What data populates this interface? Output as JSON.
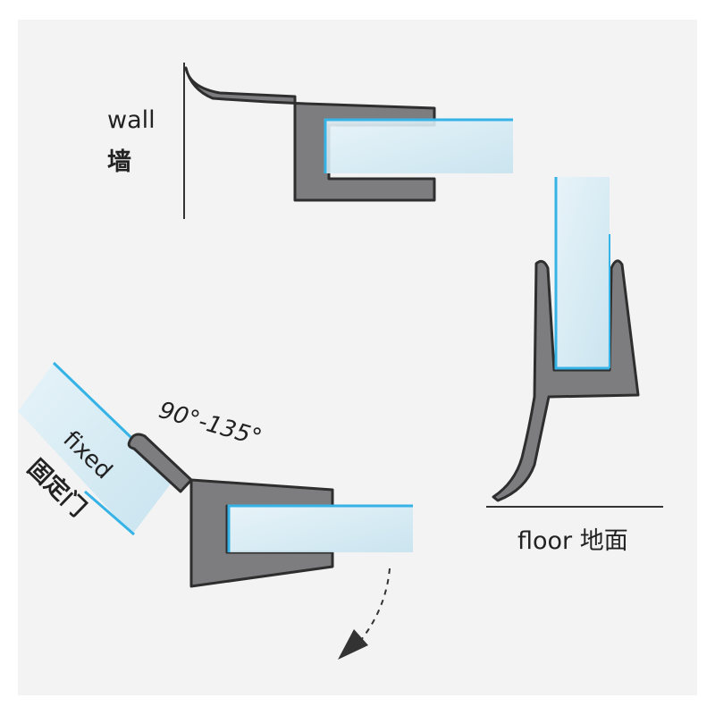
{
  "labels": {
    "wall_en": "wall",
    "wall_cn": "墙",
    "floor": "floor 地面",
    "angle": "90°-135°",
    "fixed_en": "fixed",
    "fixed_cn": "固定门"
  },
  "colors": {
    "seal_fill": "#7d7d80",
    "seal_stroke": "#2e2e2e",
    "glass_fill": "#d4eaf3",
    "glass_edge": "#36b3e6",
    "line": "#333333",
    "panel": "#f3f3f3"
  }
}
